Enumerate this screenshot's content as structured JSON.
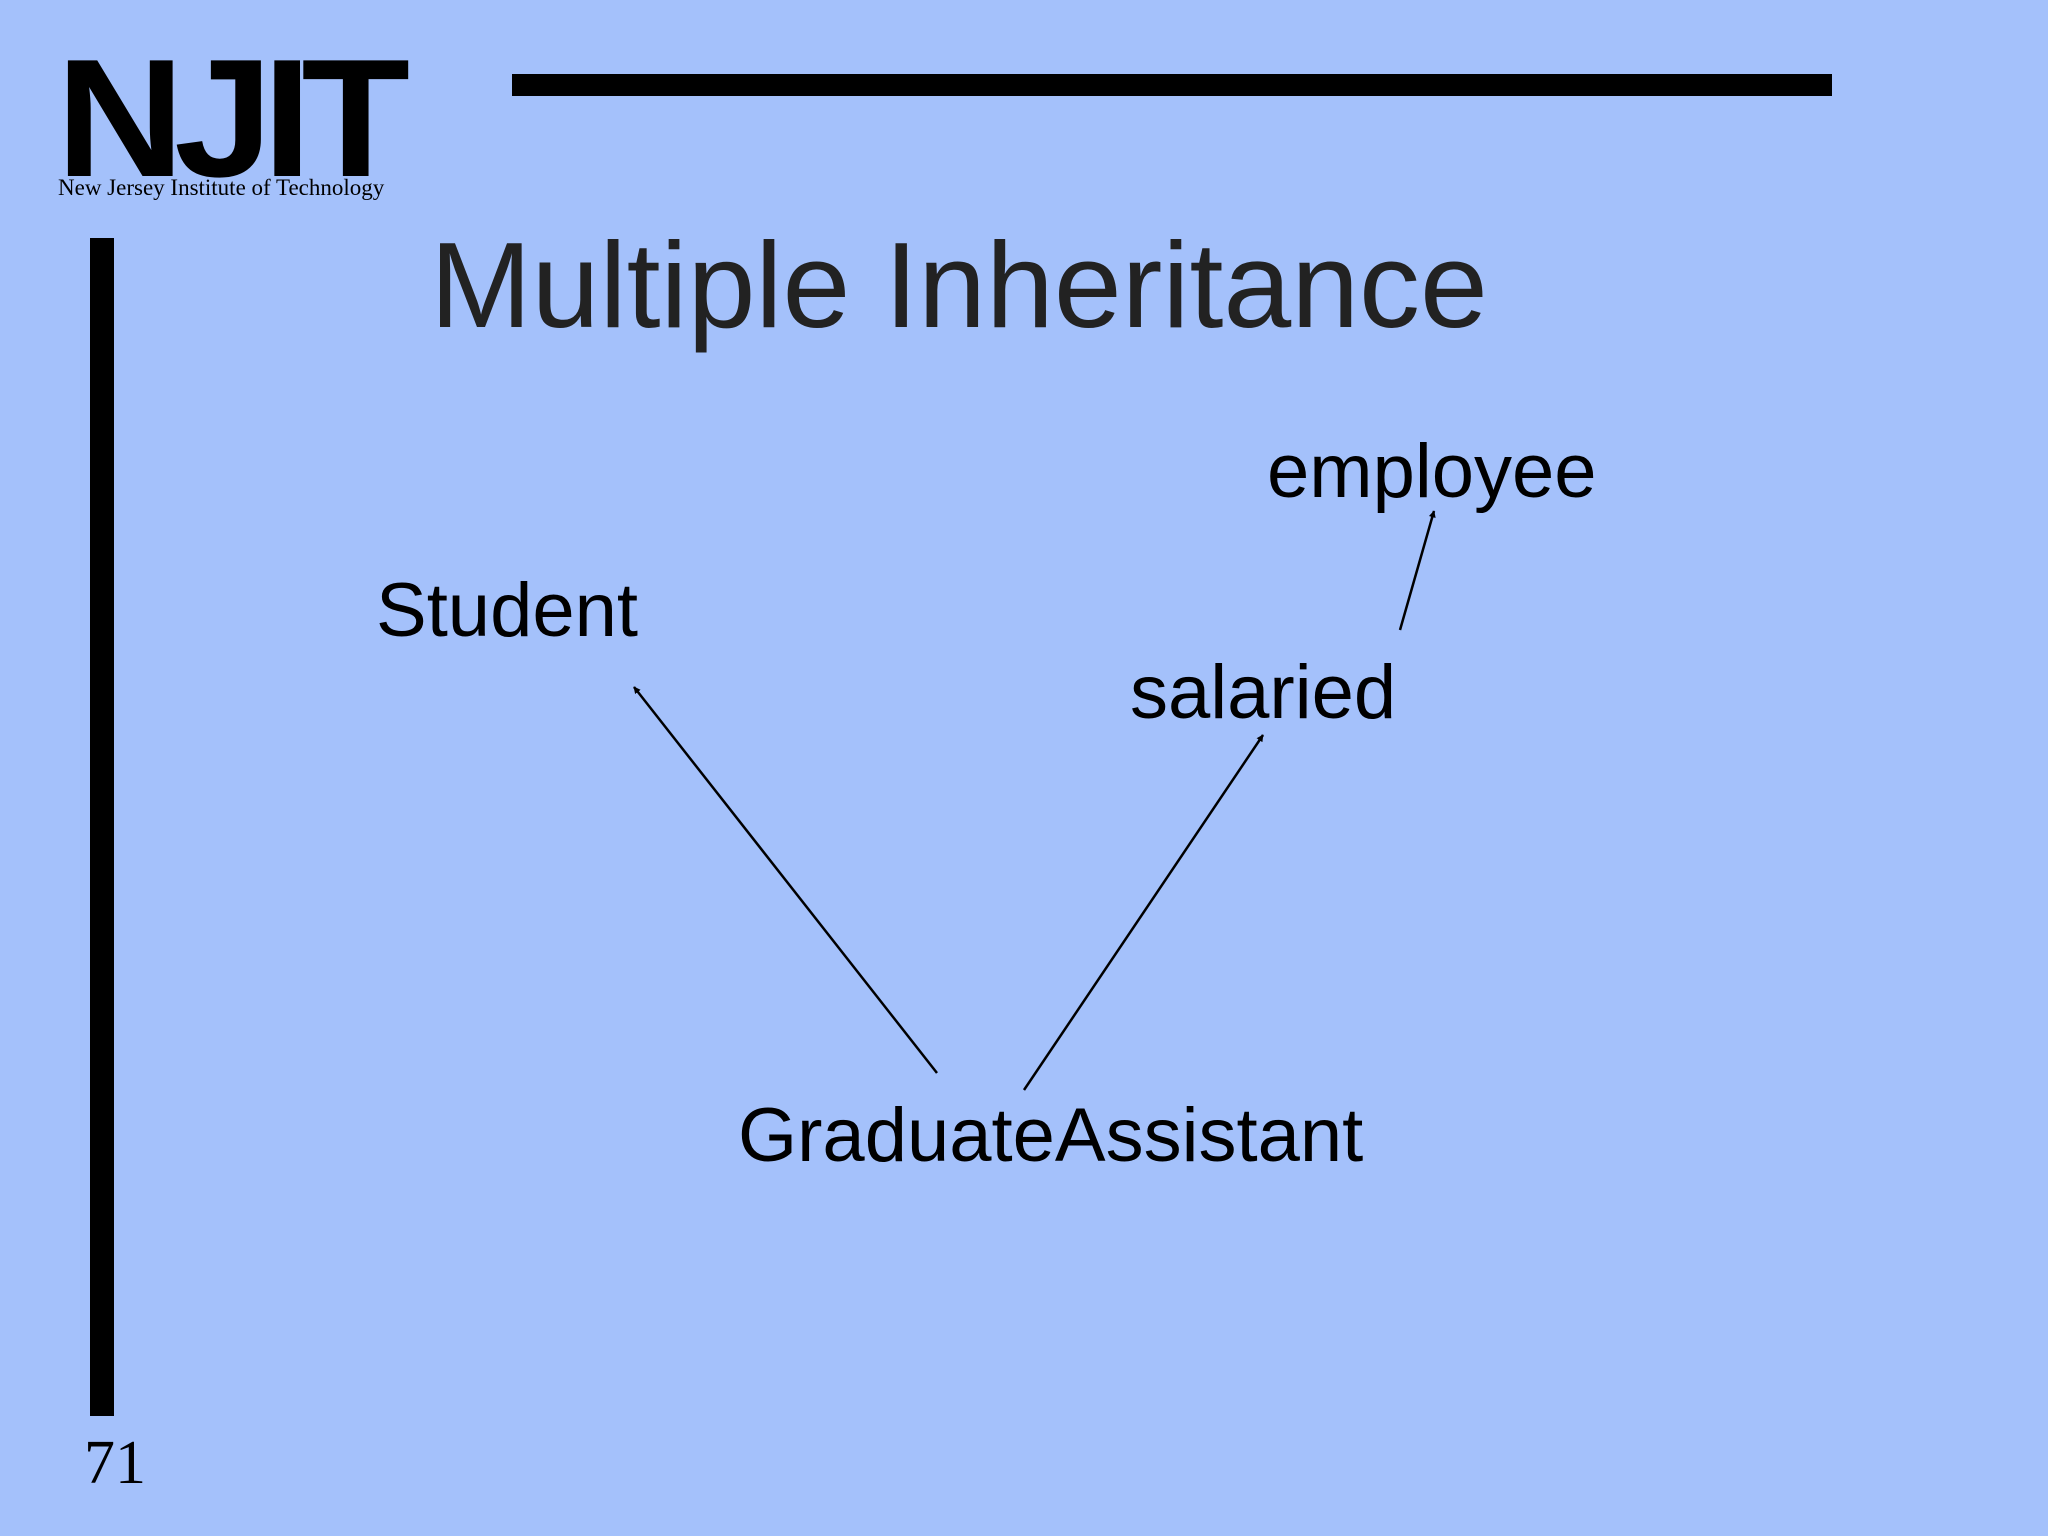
{
  "logo": {
    "letters": "NJIT",
    "subtitle": "New Jersey Institute of Technology"
  },
  "slide": {
    "title": "Multiple Inheritance",
    "number": "71"
  },
  "diagram": {
    "nodes": [
      {
        "id": "employee",
        "label": "employee"
      },
      {
        "id": "student",
        "label": "Student"
      },
      {
        "id": "salaried",
        "label": "salaried"
      },
      {
        "id": "graduate-assistant",
        "label": "GraduateAssistant"
      }
    ],
    "edges": [
      {
        "from": "graduate-assistant",
        "to": "student"
      },
      {
        "from": "graduate-assistant",
        "to": "salaried"
      },
      {
        "from": "salaried",
        "to": "employee"
      }
    ],
    "line_color": "#000000"
  },
  "colors": {
    "background": "#a4c1fb",
    "title_text": "#222222",
    "rules": "#000000"
  }
}
